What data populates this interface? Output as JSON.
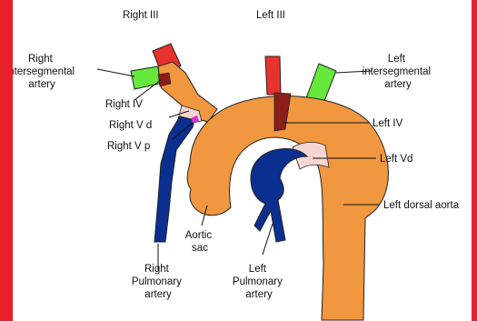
{
  "labels": {
    "right_iii": "Right III",
    "left_iii": "Left III",
    "right_intersegmental": [
      "Right",
      "intersegmental",
      "artery"
    ],
    "left_intersegmental": [
      "Left",
      "intersegmental",
      "artery"
    ],
    "right_iv": "Right IV",
    "right_vd": "Right V d",
    "right_vp": "Right V p",
    "left_iv": "Left IV",
    "left_vd": "Left Vd",
    "left_dorsal_aorta": "Left dorsal aorta",
    "aortic_sac": [
      "Aortic",
      "sac"
    ],
    "right_pulmonary": [
      "Right",
      "Pulmonary",
      "artery"
    ],
    "left_pulmonary": [
      "Left",
      "Pulmonary",
      "artery"
    ]
  },
  "colors": {
    "border": "#e8202a",
    "aorta": "#f0973f",
    "third_arch": "#e8322e",
    "intersegmental": "#66e83c",
    "fourth_arch": "#8b1e1a",
    "fifth_arch": "#f5d5cf",
    "pulmonary": "#0a2f8f",
    "vp_marker": "#d233d6"
  }
}
